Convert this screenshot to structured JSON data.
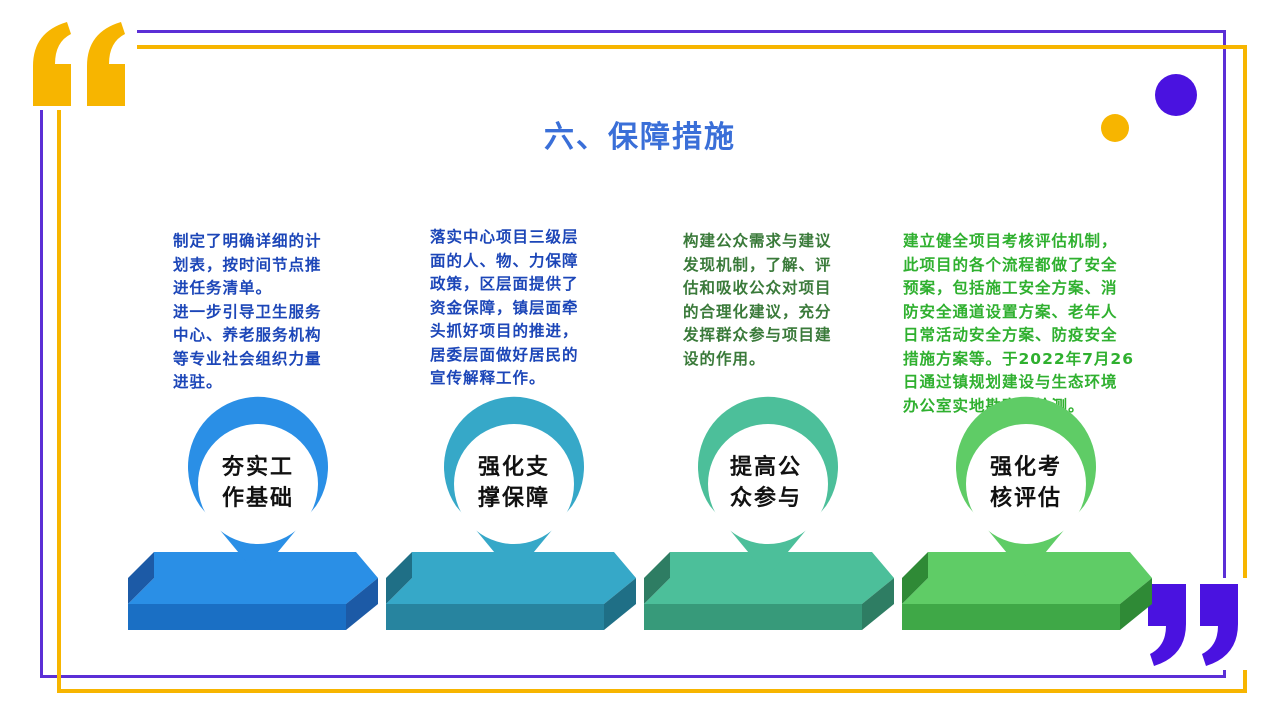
{
  "title": "六、保障措施",
  "colors": {
    "frame_purple": "#5b2fd6",
    "frame_yellow": "#f7b500",
    "title": "#3a6fd8",
    "dot_purple": "#4a12e0",
    "dot_yellow": "#f7b500"
  },
  "steps": [
    {
      "label_line1": "夯实工",
      "label_line2": "作基础",
      "color": "#2a8fe6",
      "dark": "#1c5aa6",
      "side": "#1a6fc4",
      "text_color": "#1c46b8",
      "description": [
        "制定了明确详细的计\n划表，按时间节点推\n进任务清单。",
        "进一步引导卫生服务\n中心、养老服务机构\n等专业社会组织力量\n进驻。"
      ]
    },
    {
      "label_line1": "强化支",
      "label_line2": "撑保障",
      "color": "#36a8c8",
      "dark": "#1f6f86",
      "side": "#27849f",
      "text_color": "#1c46b8",
      "description": [
        "落实中心项目三级层\n面的人、物、力保障\n政策，区层面提供了\n资金保障，镇层面牵\n头抓好项目的推进，\n居委层面做好居民的\n宣传解释工作。"
      ]
    },
    {
      "label_line1": "提高公",
      "label_line2": "众参与",
      "color": "#4cbf9a",
      "dark": "#2e7d63",
      "side": "#379a7a",
      "text_color": "#3a7a3a",
      "description": [
        "构建公众需求与建议\n发现机制，了解、评\n估和吸收公众对项目\n的合理化建议，充分\n发挥群众参与项目建\n设的作用。"
      ]
    },
    {
      "label_line1": "强化考",
      "label_line2": "核评估",
      "color": "#5fcc66",
      "dark": "#2f8a36",
      "side": "#3fa847",
      "text_color": "#2fb02f",
      "description": [
        "建立健全项目考核评估机制，\n此项目的各个流程都做了安全\n预案，包括施工安全方案、消\n防安全通道设置方案、老年人\n日常活动安全方案、防疫安全\n措施方案等。于2022年7月26\n日通过镇规划建设与生态环境\n办公室实地勘察和检测。"
      ]
    }
  ]
}
